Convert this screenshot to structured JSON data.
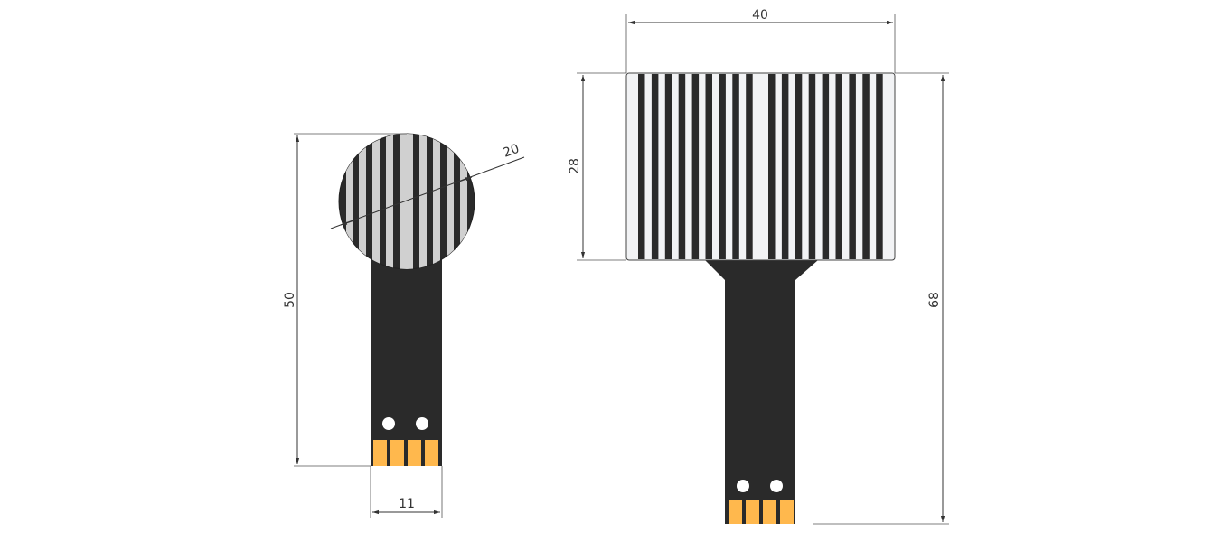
{
  "colors": {
    "dark": "#2a2a2a",
    "light_round": "#d0d0d0",
    "light_rect": "#f2f3f5",
    "pad": "#ffb84d",
    "line": "#333333"
  },
  "round_sensor": {
    "dimensions": {
      "overall_length": "50",
      "diameter": "20",
      "tail_width": "11"
    }
  },
  "rect_sensor": {
    "dimensions": {
      "width": "40",
      "height": "28",
      "overall_length": "68"
    }
  }
}
